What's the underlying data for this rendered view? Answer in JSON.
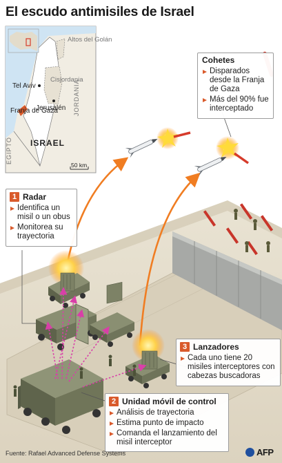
{
  "title": "El escudo antimisiles de Israel",
  "map": {
    "labels": {
      "altos": "Altos del Golán",
      "cisjordania": "Cisjordania",
      "tel_aviv": "Tel Aviv",
      "jerusalen": "Jerusalén",
      "franja": "Franja de Gaza",
      "jordania": "JORDANIA",
      "egipto": "EGIPTO",
      "israel": "ISRAEL",
      "scale": "50 km"
    }
  },
  "cohetes": {
    "title": "Cohetes",
    "items": [
      "Disparados desde la Franja de Gaza",
      "Más del 90% fue interceptado"
    ]
  },
  "radar": {
    "number": "1",
    "title": "Radar",
    "items": [
      "Identifica un misil o un obus",
      "Monitorea su trayectoria"
    ]
  },
  "lanzadores": {
    "number": "3",
    "title": "Lanzadores",
    "items": [
      "Cada uno tiene 20 misiles interceptores con cabezas buscadoras"
    ]
  },
  "unidad": {
    "number": "2",
    "title": "Unidad móvil de control",
    "items": [
      "Análisis de trayectoria",
      "Estima punto de impacto",
      "Comanda el lanzamiento del misil interceptor"
    ]
  },
  "source": "Fuente: Rafael Advanced Defense Systems",
  "logo": "AFP",
  "colors": {
    "accent": "#d95a2b",
    "missile_red": "#d63b2b",
    "map_water": "#cfe4f3",
    "map_land": "#f1ede3"
  }
}
